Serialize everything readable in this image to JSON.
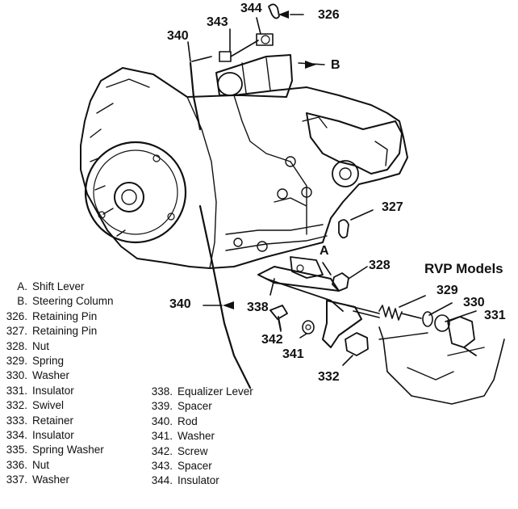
{
  "heading": "RVP Models",
  "callouts": {
    "c340_top": "340",
    "c343": "343",
    "c344": "344",
    "c326": "326",
    "cB": "B",
    "c327": "327",
    "cA": "A",
    "c328": "328",
    "c340_mid": "340",
    "c338": "338",
    "c329": "329",
    "c330": "330",
    "c331": "331",
    "c342": "342",
    "c341": "341",
    "c332": "332"
  },
  "legend_left": [
    {
      "key": "A.",
      "label": "Shift Lever"
    },
    {
      "key": "B.",
      "label": "Steering Column"
    },
    {
      "key": "326.",
      "label": "Retaining Pin"
    },
    {
      "key": "327.",
      "label": "Retaining Pin"
    },
    {
      "key": "328.",
      "label": "Nut"
    },
    {
      "key": "329.",
      "label": "Spring"
    },
    {
      "key": "330.",
      "label": "Washer"
    },
    {
      "key": "331.",
      "label": "Insulator"
    },
    {
      "key": "332.",
      "label": "Swivel"
    },
    {
      "key": "333.",
      "label": "Retainer"
    },
    {
      "key": "334.",
      "label": "Insulator"
    },
    {
      "key": "335.",
      "label": "Spring Washer"
    },
    {
      "key": "336.",
      "label": "Nut"
    },
    {
      "key": "337.",
      "label": "Washer"
    }
  ],
  "legend_right": [
    {
      "key": "338.",
      "label": "Equalizer Lever"
    },
    {
      "key": "339.",
      "label": "Spacer"
    },
    {
      "key": "340.",
      "label": "Rod"
    },
    {
      "key": "341.",
      "label": "Washer"
    },
    {
      "key": "342.",
      "label": "Screw"
    },
    {
      "key": "343.",
      "label": "Spacer"
    },
    {
      "key": "344.",
      "label": "Insulator"
    }
  ]
}
